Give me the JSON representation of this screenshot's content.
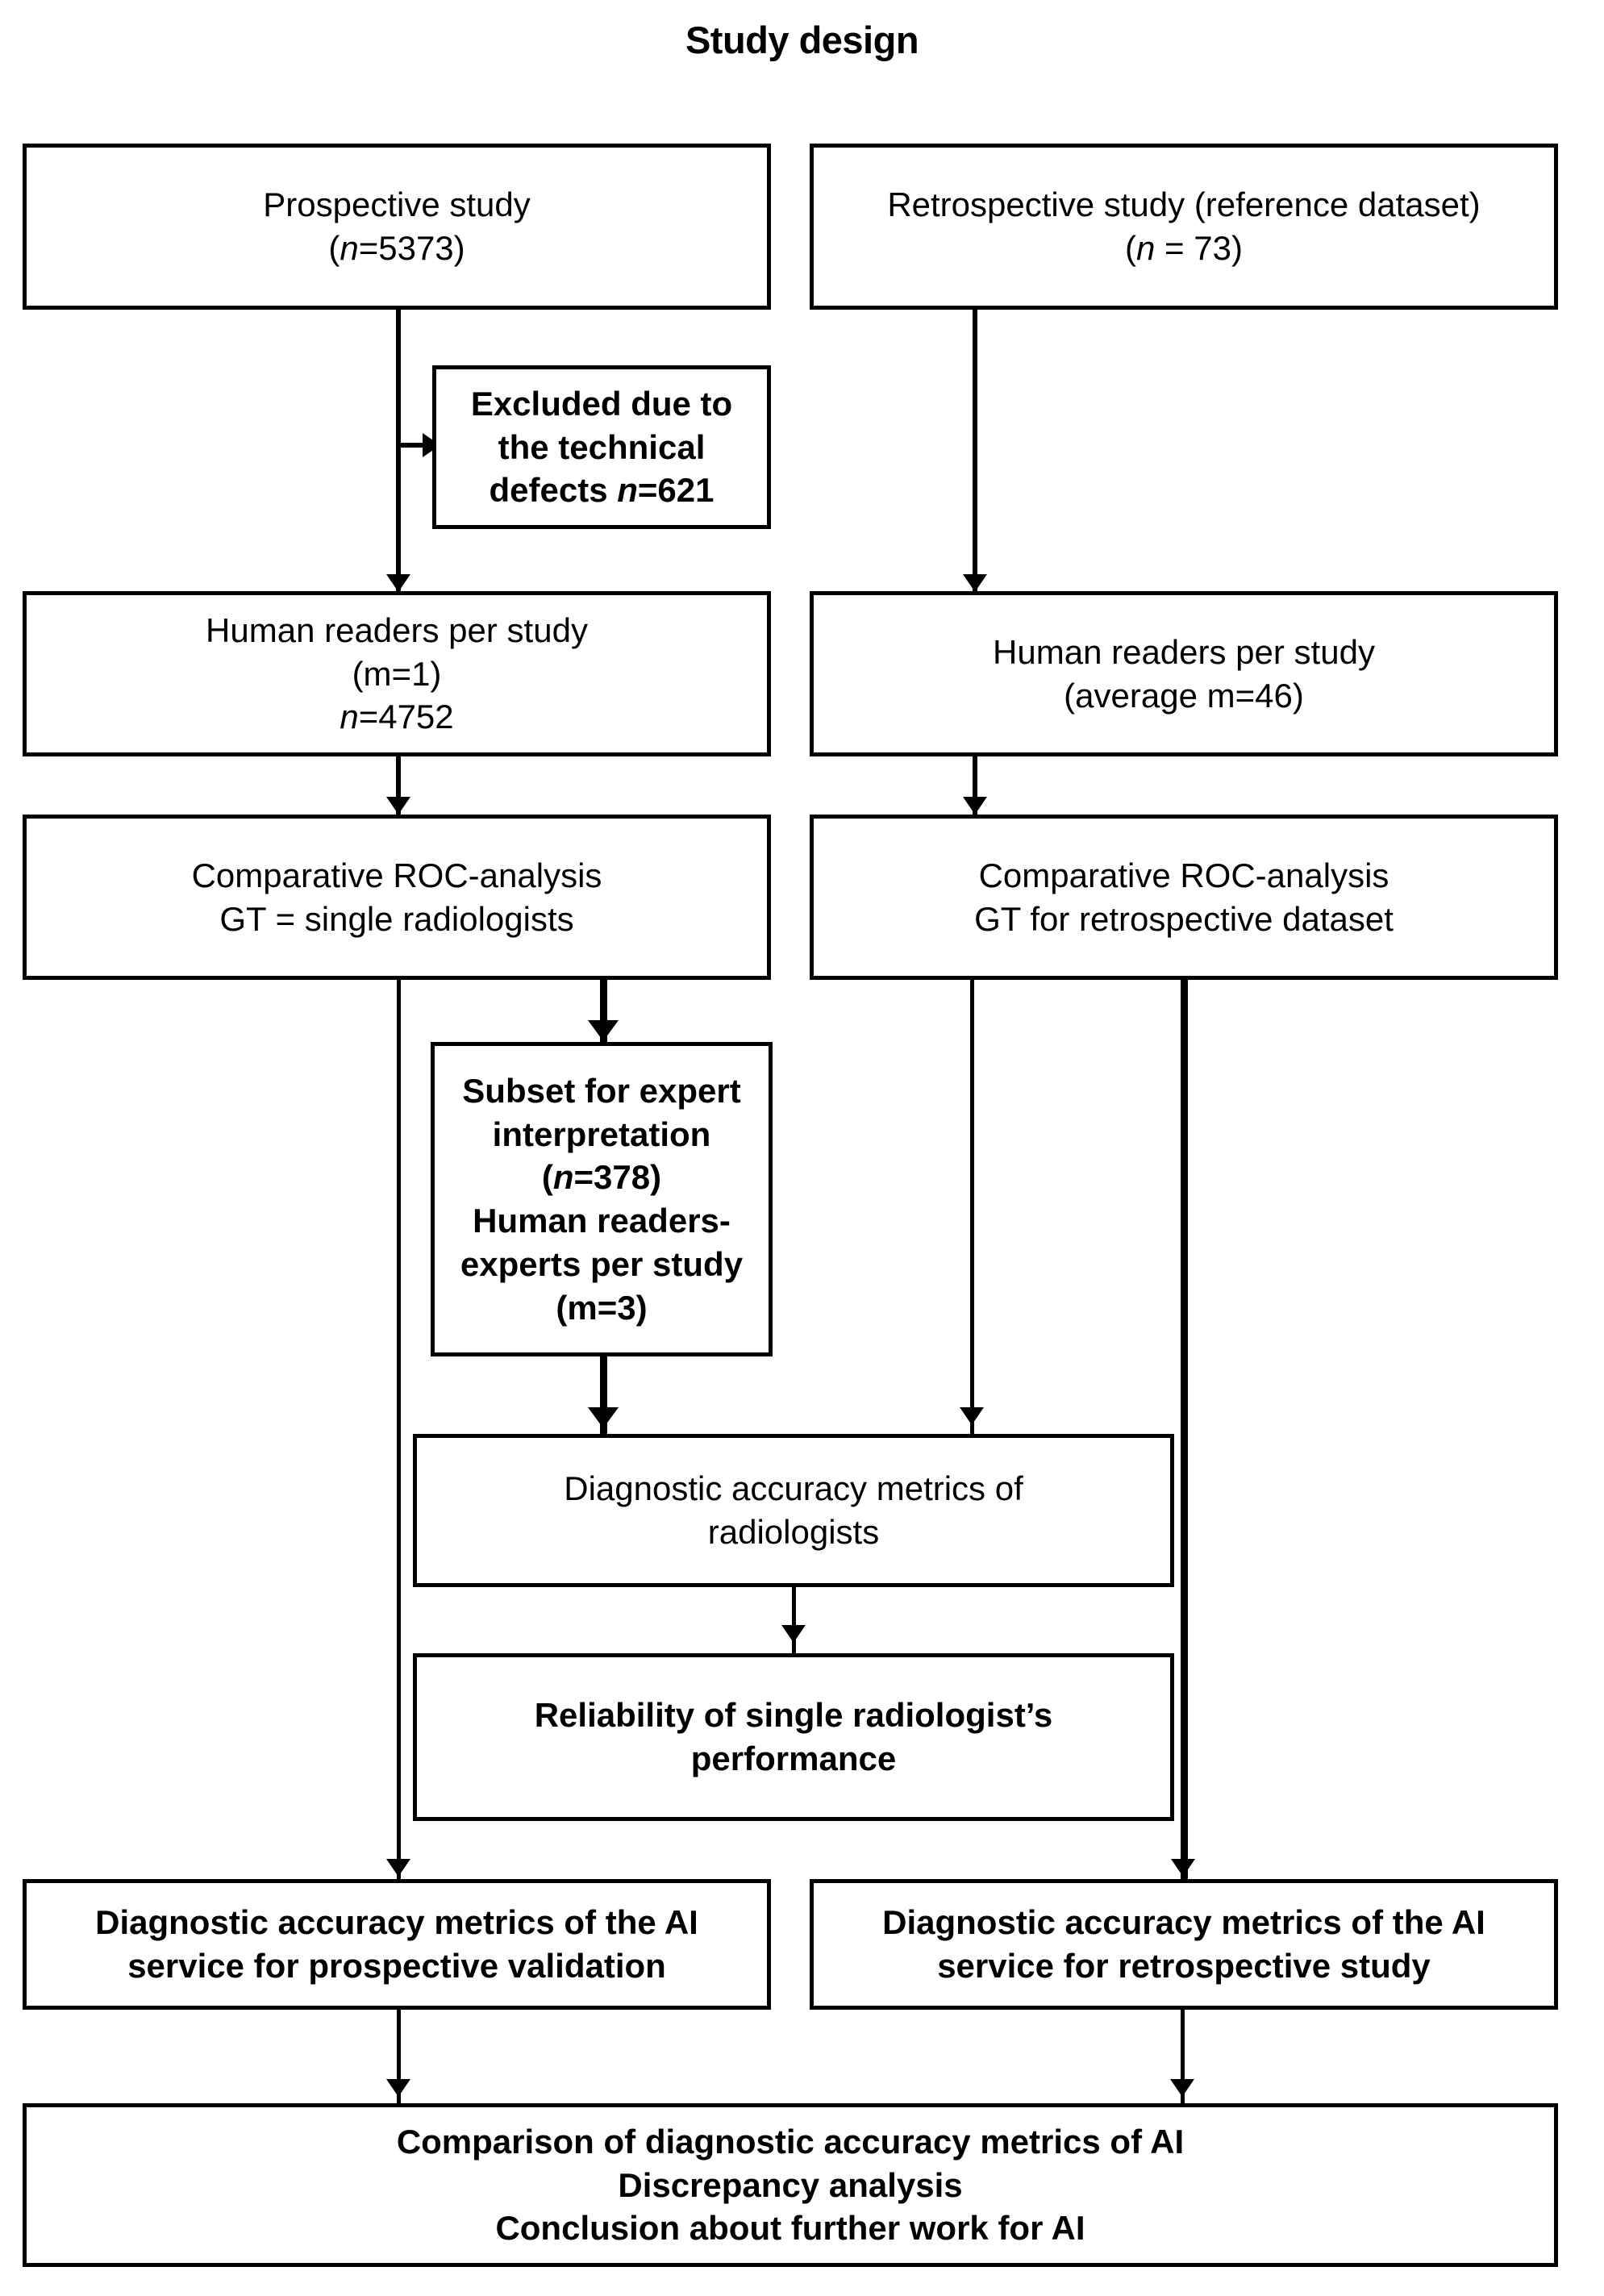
{
  "diagram": {
    "title": "Study design",
    "type": "flowchart",
    "nodes": [
      {
        "id": "prospective-study",
        "lines": [
          "Prospective study",
          "(n=5373)"
        ],
        "weight": "normal",
        "column": "left"
      },
      {
        "id": "retrospective-study",
        "lines": [
          "Retrospective study (reference dataset)",
          "(n = 73)"
        ],
        "weight": "normal",
        "column": "right"
      },
      {
        "id": "excluded-technical-defects",
        "lines": [
          "Excluded due to",
          "the technical",
          "defects n=621"
        ],
        "weight": "bold",
        "column": "left-branch"
      },
      {
        "id": "human-readers-prospective",
        "lines": [
          "Human readers per study",
          "(m=1)",
          "n=4752"
        ],
        "weight": "normal",
        "column": "left"
      },
      {
        "id": "human-readers-retrospective",
        "lines": [
          "Human readers per study",
          "(average m=46)"
        ],
        "weight": "normal",
        "column": "right"
      },
      {
        "id": "roc-prospective",
        "lines": [
          "Comparative ROC-analysis",
          "GT = single radiologists"
        ],
        "weight": "normal",
        "column": "left"
      },
      {
        "id": "roc-retrospective",
        "lines": [
          "Comparative ROC-analysis",
          "GT for retrospective dataset"
        ],
        "weight": "normal",
        "column": "right"
      },
      {
        "id": "subset-expert-interpretation",
        "lines": [
          "Subset for expert",
          "interpretation",
          "(n=378)",
          "Human readers-",
          "experts per study",
          "(m=3)"
        ],
        "weight": "bold",
        "column": "center"
      },
      {
        "id": "diagnostic-accuracy-radiologists",
        "lines": [
          "Diagnostic accuracy metrics of",
          "radiologists"
        ],
        "weight": "normal",
        "column": "center"
      },
      {
        "id": "reliability-single-radiologist",
        "lines": [
          "Reliability of single radiologist’s",
          "performance"
        ],
        "weight": "bold",
        "column": "center"
      },
      {
        "id": "ai-prospective-validation",
        "lines": [
          "Diagnostic accuracy metrics of the AI",
          "service for prospective validation"
        ],
        "weight": "bold",
        "column": "left"
      },
      {
        "id": "ai-retrospective-study",
        "lines": [
          "Diagnostic accuracy metrics of the AI",
          "service for retrospective study"
        ],
        "weight": "bold",
        "column": "right"
      },
      {
        "id": "final-comparison",
        "lines": [
          "Comparison of diagnostic accuracy metrics of AI",
          "Discrepancy analysis",
          "Conclusion about further work for AI"
        ],
        "weight": "bold",
        "column": "full"
      }
    ],
    "box_text": {
      "prospective_l1": "Prospective study",
      "prospective_l2_pre": "(",
      "prospective_l2_n": "n",
      "prospective_l2_post": "=5373)",
      "retrospective_l1": "Retrospective study (reference dataset)",
      "retrospective_l2_pre": "(",
      "retrospective_l2_n": "n",
      "retrospective_l2_post": " = 73)",
      "excluded_l1": "Excluded due to",
      "excluded_l2": "the technical",
      "excluded_l3_pre": "defects ",
      "excluded_l3_n": "n",
      "excluded_l3_post": "=621",
      "readers_left_l1": "Human readers per study",
      "readers_left_l2": "(m=1)",
      "readers_left_l3_n": "n",
      "readers_left_l3_post": "=4752",
      "readers_right_l1": "Human readers per study",
      "readers_right_l2": "(average m=46)",
      "roc_left_l1": "Comparative ROC-analysis",
      "roc_left_l2": "GT = single radiologists",
      "roc_right_l1": "Comparative ROC-analysis",
      "roc_right_l2": "GT for retrospective dataset",
      "subset_l1": "Subset for expert",
      "subset_l2": "interpretation",
      "subset_l3_pre": "(",
      "subset_l3_n": "n",
      "subset_l3_post": "=378)",
      "subset_l4": "Human readers-",
      "subset_l5": "experts per study",
      "subset_l6": "(m=3)",
      "diag_rad_l1": "Diagnostic accuracy metrics of",
      "diag_rad_l2": "radiologists",
      "reliability_l1": "Reliability of single radiologist’s",
      "reliability_l2": "performance",
      "ai_left_l1": "Diagnostic accuracy metrics of the AI",
      "ai_left_l2": "service for prospective validation",
      "ai_right_l1": "Diagnostic accuracy metrics of the AI",
      "ai_right_l2": "service for retrospective study",
      "final_l1": "Comparison of diagnostic accuracy metrics of AI",
      "final_l2": "Discrepancy analysis",
      "final_l3": "Conclusion about further work for AI"
    },
    "colors": {
      "stroke": "#000000",
      "fill": "#ffffff",
      "text": "#000000"
    }
  }
}
